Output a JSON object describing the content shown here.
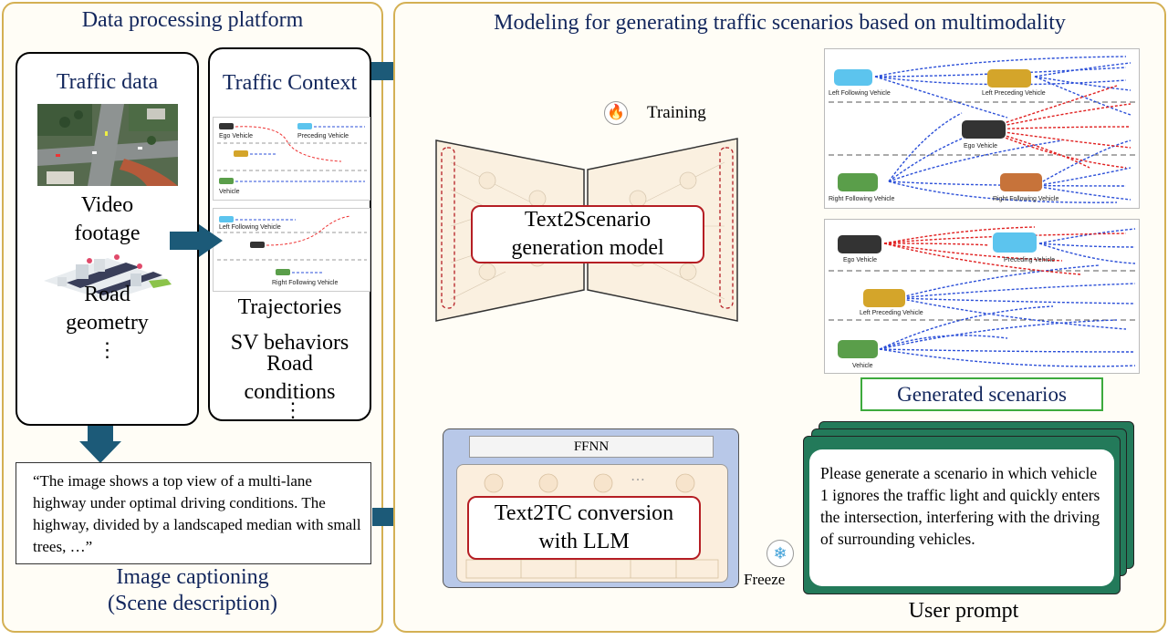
{
  "left_panel": {
    "title": "Data processing platform",
    "traffic_data": {
      "title": "Traffic data",
      "video_label": "Video footage",
      "road_label": "Road geometry",
      "more": "⋮"
    },
    "traffic_context": {
      "title": "Traffic Context",
      "items": [
        "Trajectories",
        "SV behaviors",
        "Road conditions"
      ],
      "more": "⋮",
      "thumb1": {
        "ego": "Ego Vehicle",
        "preceding": "Preceding Vehicle",
        "vehicle": "Vehicle"
      },
      "thumb2": {
        "left_following": "Left Following Vehicle",
        "right_following": "Right Following Vehicle"
      }
    },
    "caption_text": "“The image shows a top view of a multi-lane highway under optimal driving conditions. The highway, divided by a landscaped median with small trees, …”",
    "caption_label_line1": "Image captioning",
    "caption_label_line2": "(Scene description)"
  },
  "right_panel": {
    "title": "Modeling for generating traffic scenarios based on multimodality",
    "training_label": "Training",
    "generation_model_line1": "Text2Scenario",
    "generation_model_line2": "generation model",
    "ffnn_label": "FFNN",
    "llm_dots": "…",
    "conversion_line1": "Text2TC conversion",
    "conversion_line2": "with LLM",
    "freeze_label": "Freeze",
    "user_prompt_text": "Please generate a scenario in which vehicle 1 ignores the traffic light and quickly enters the intersection, interfering with the driving of surrounding vehicles.",
    "user_prompt_label": "User prompt",
    "generated_label": "Generated scenarios",
    "scenario1": {
      "left_following": "Left Following Vehicle",
      "left_preceding": "Left Preceding Vehicle",
      "ego": "Ego Vehicle",
      "right_following": "Right Following Vehicle",
      "right_following_2": "Right Following Vehicle"
    },
    "scenario2": {
      "ego": "Ego Vehicle",
      "preceding": "Preceding Vehicle",
      "left_preceding": "Left Preceding Vehicle",
      "vehicle": "Vehicle"
    }
  },
  "colors": {
    "panel_border": "#d4b054",
    "arrow": "#1c5a78",
    "title": "#12265c",
    "model_border": "#b51e24",
    "generated_border": "#3daa3d",
    "llm_bg": "#b8c8e8",
    "prompt_bg": "#237a5a"
  },
  "icons": {
    "fire": "fire-icon",
    "snow": "snowflake-icon"
  }
}
